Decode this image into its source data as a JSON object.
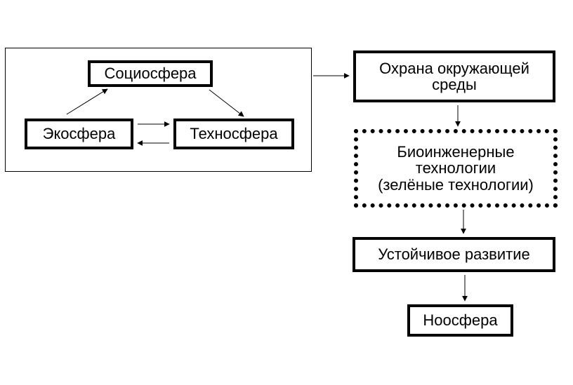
{
  "diagram": {
    "nodes": {
      "sociosphere": "Социосфера",
      "ecosphere": "Экосфера",
      "technosphere": "Техносфера",
      "environment_protection": [
        "Охрана окружающей",
        "среды"
      ],
      "bioengineering": [
        "Биоинженерные",
        "технологии",
        "(зелёные технологии)"
      ],
      "sustainable_development": "Устойчивое развитие",
      "noosphere": "Ноосфера"
    },
    "edges": [
      {
        "from": "ecosphere",
        "to": "sociosphere"
      },
      {
        "from": "sociosphere",
        "to": "technosphere"
      },
      {
        "from": "ecosphere",
        "to": "technosphere"
      },
      {
        "from": "technosphere",
        "to": "ecosphere"
      },
      {
        "from": "spheres-group",
        "to": "environment_protection"
      },
      {
        "from": "environment_protection",
        "to": "bioengineering"
      },
      {
        "from": "bioengineering",
        "to": "sustainable_development"
      },
      {
        "from": "sustainable_development",
        "to": "noosphere"
      }
    ]
  }
}
